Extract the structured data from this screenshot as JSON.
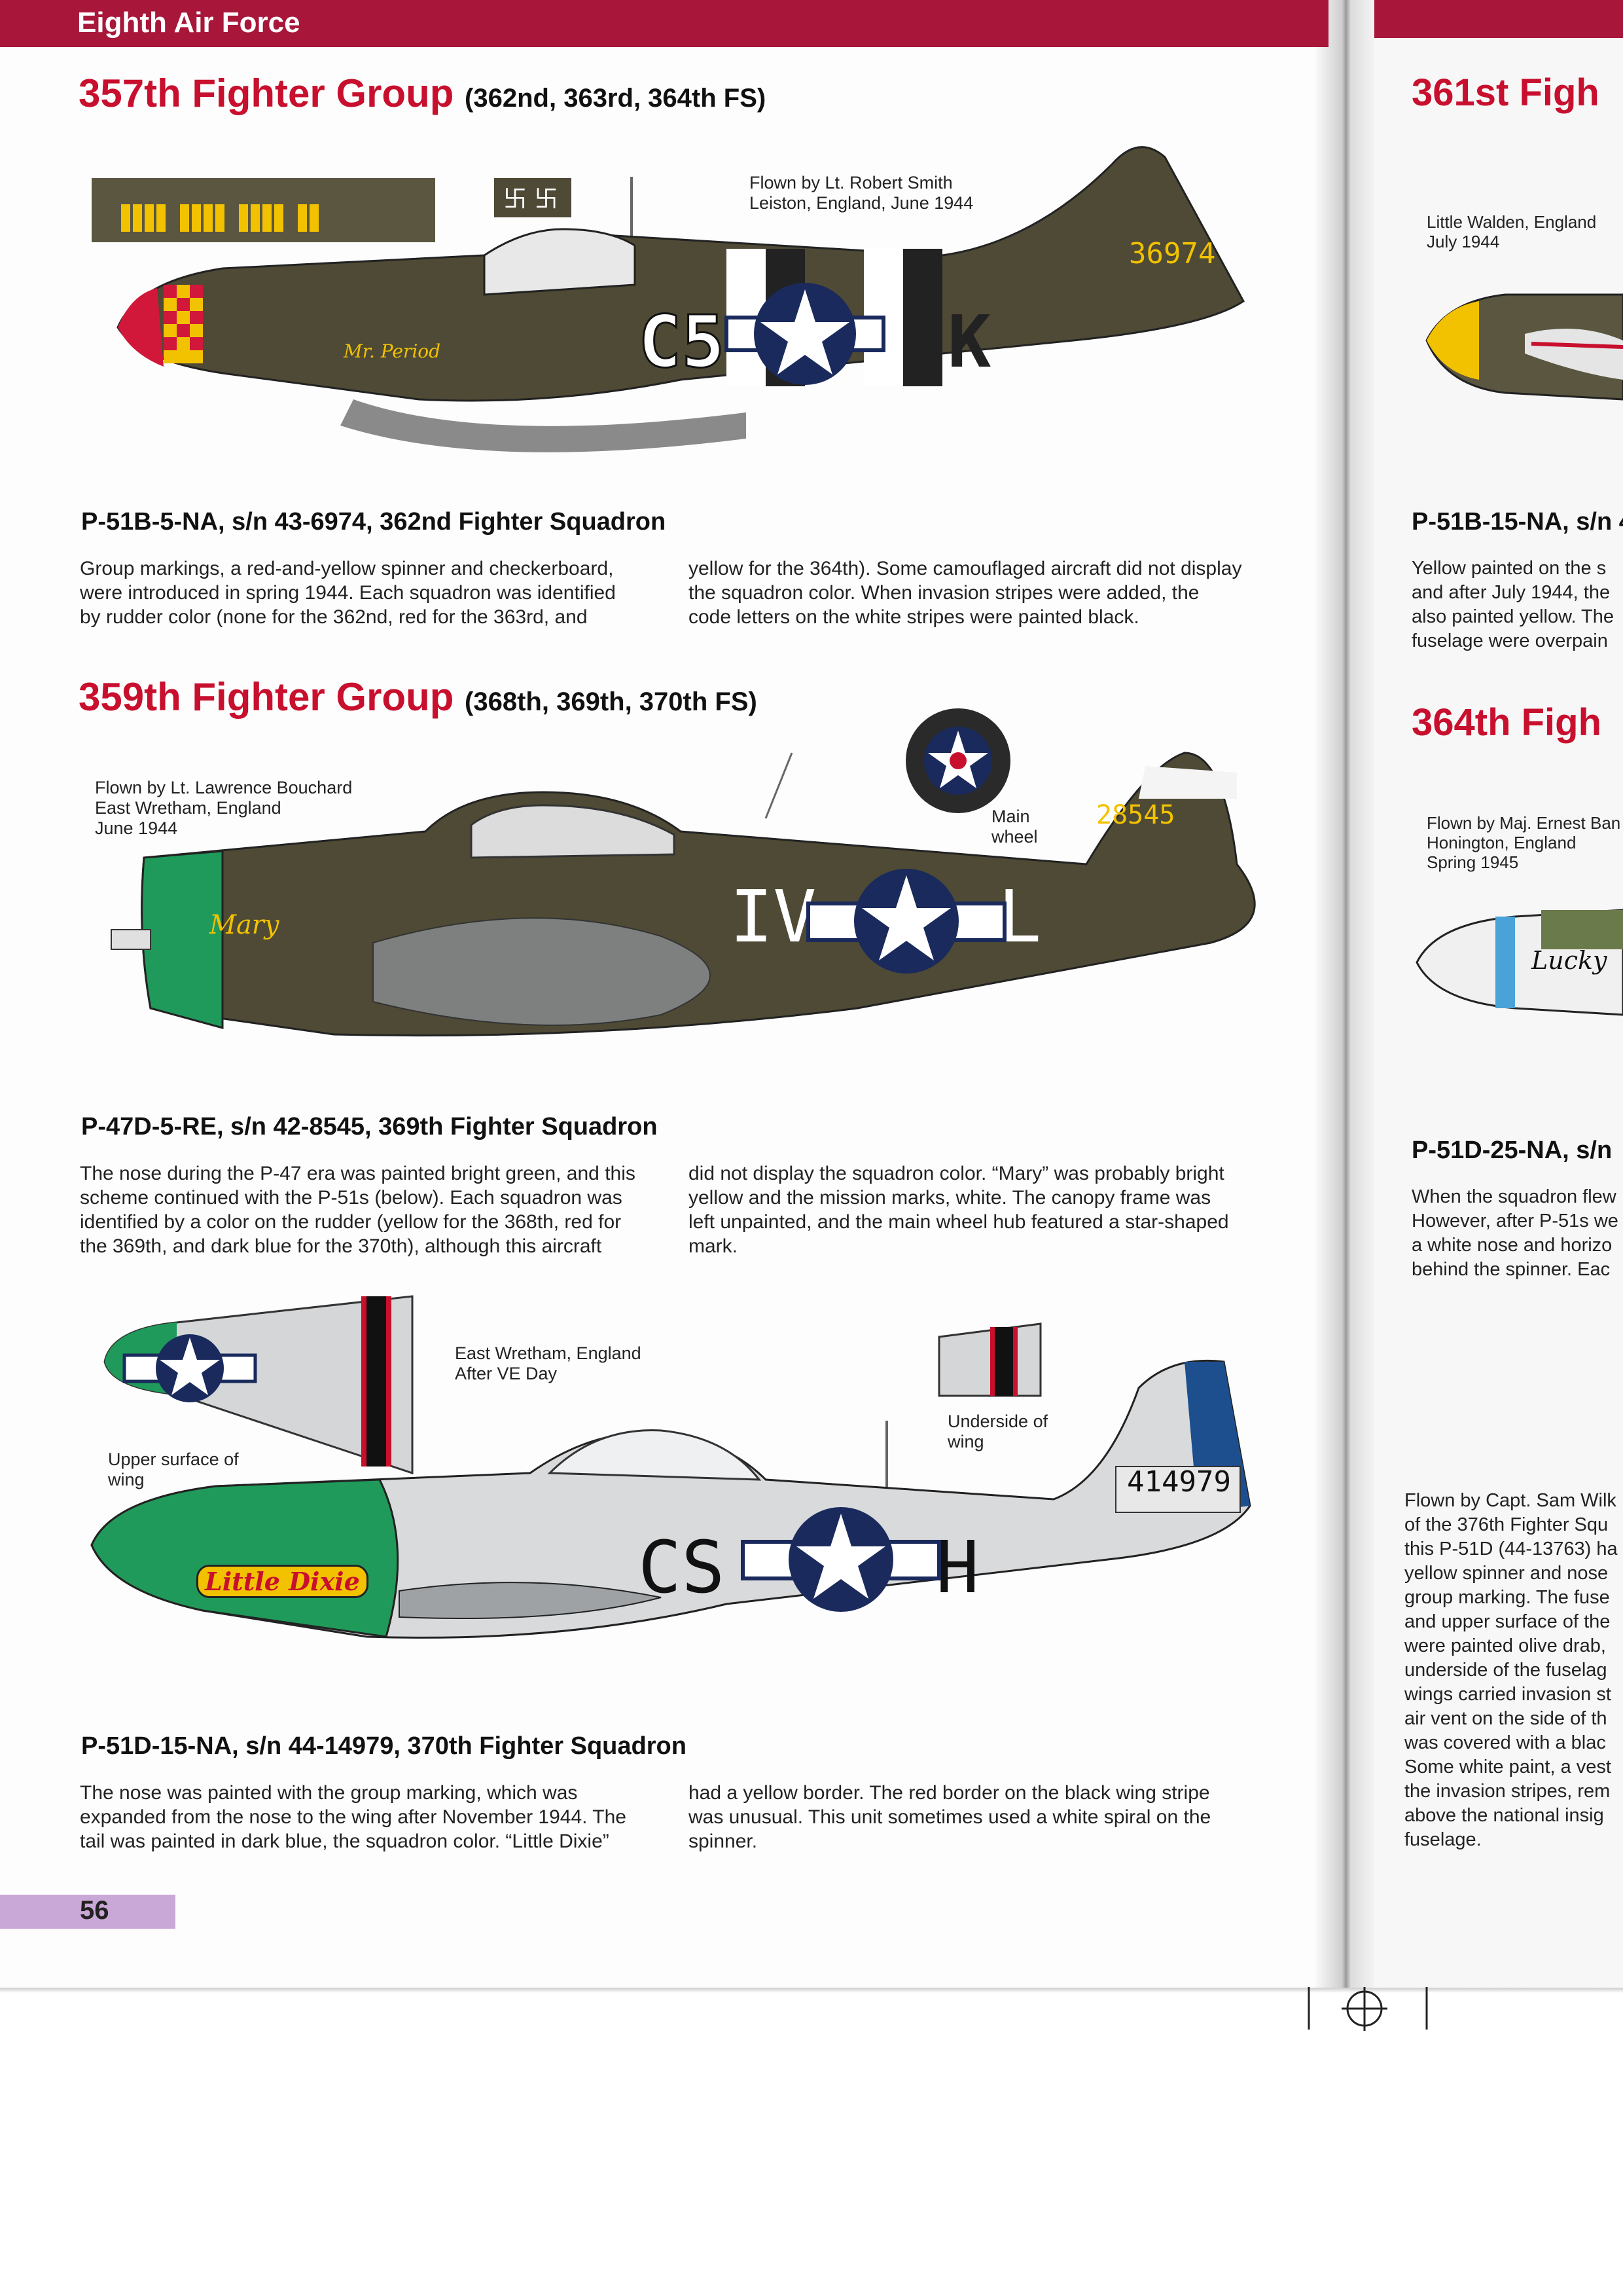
{
  "header": {
    "section": "Eighth Air Force"
  },
  "page_number": "56",
  "colors": {
    "banner": "#a8163a",
    "title_red": "#c8102e",
    "olive_drab": "#4e4a35",
    "nose_green": "#1f9a5a",
    "yellow": "#f2c200",
    "dark_blue": "#1d4f8f"
  },
  "g357": {
    "title": "357th Fighter Group",
    "squadrons": "(362nd, 363rd, 364th FS)",
    "caption": [
      "Flown by Lt. Robert Smith",
      "Leiston, England, June 1944"
    ],
    "serial_tail": "36974",
    "code_left": "C5",
    "code_right": "K",
    "nose_name": "Mr. Period",
    "subtitle": "P-51B-5-NA, s/n 43-6974, 362nd Fighter Squadron",
    "text_left": [
      "Group markings, a red-and-yellow spinner and checkerboard,",
      "were introduced in spring 1944. Each squadron was identified",
      "by rudder color (none for the 362nd, red for the 363rd, and"
    ],
    "text_right": [
      "yellow for the 364th). Some camouflaged aircraft did not display",
      "the squadron color. When invasion stripes were added, the",
      "code letters on the white stripes were painted black."
    ]
  },
  "g359": {
    "title": "359th Fighter Group",
    "squadrons": "(368th, 369th, 370th FS)",
    "caption": [
      "Flown by Lt. Lawrence Bouchard",
      "East Wretham, England",
      "June 1944"
    ],
    "wheel_label": [
      "Main",
      "wheel"
    ],
    "serial_tail": "28545",
    "code_left": "IV",
    "code_right": "L",
    "nose_name": "Mary",
    "subtitle": "P-47D-5-RE, s/n 42-8545, 369th Fighter Squadron",
    "text_left": [
      "The nose during the P-47 era was painted bright green, and this",
      "scheme continued with the P-51s (below). Each squadron was",
      "identified by a color on the rudder (yellow for the 368th, red for",
      "the 369th, and dark blue for the 370th), although this aircraft"
    ],
    "text_right": [
      "did not display the squadron color. “Mary” was probably bright",
      "yellow and the mission marks, white. The canopy frame was",
      "left unpainted, and the main wheel hub featured a star-shaped",
      "mark."
    ]
  },
  "p51d": {
    "caption": [
      "East Wretham, England",
      "After VE Day"
    ],
    "upper_label": [
      "Upper surface of",
      "wing"
    ],
    "under_label": [
      "Underside of",
      "wing"
    ],
    "serial_tail": "414979",
    "code_left": "CS",
    "code_right": "H",
    "nose_name": "Little Dixie",
    "subtitle": "P-51D-15-NA, s/n 44-14979, 370th Fighter Squadron",
    "text_left": [
      "The nose was painted with the group marking, which was",
      "expanded from the nose to the wing after November 1944. The",
      "tail was painted in dark blue, the squadron color. “Little Dixie”"
    ],
    "text_right": [
      "had a yellow border. The red border on the black wing stripe",
      "was unusual. This unit sometimes used a white spiral on the",
      "spinner."
    ]
  },
  "right": {
    "title1": "361st Figh",
    "cap1": [
      "Little Walden, England",
      "July 1944"
    ],
    "sub1": "P-51B-15-NA, s/n 4",
    "text1": [
      "Yellow painted on the s",
      "and after July 1944, the",
      "also painted yellow. The",
      "fuselage were overpain"
    ],
    "title2": "364th Figh",
    "cap2": [
      "Flown by Maj. Ernest Ban",
      "Honington, England",
      "Spring 1945"
    ],
    "nose_name2": "Lucky",
    "sub2": "P-51D-25-NA, s/n",
    "text2": [
      "When the squadron flew",
      "However, after P-51s we",
      "a white nose and horizo",
      "behind the spinner. Eac"
    ],
    "text3": [
      "Flown by Capt. Sam Wilk",
      "of the 376th Fighter Squ",
      "this P-51D (44-13763) ha",
      "yellow spinner and nose",
      "group marking. The fuse",
      "and upper surface of the",
      "were painted olive drab,",
      "underside of the fuselag",
      "wings carried invasion st",
      "air vent on the side of th",
      "was covered with a blac",
      "Some white paint, a vest",
      "the invasion stripes, rem",
      "above the national insig",
      "fuselage."
    ]
  }
}
